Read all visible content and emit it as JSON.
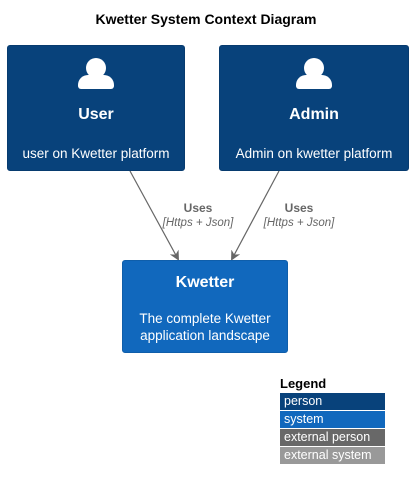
{
  "diagram": {
    "title": "Kwetter System Context Diagram",
    "persons": [
      {
        "name": "User",
        "description": "user on Kwetter platform",
        "icon": "person-icon"
      },
      {
        "name": "Admin",
        "description": "Admin on kwetter platform",
        "icon": "person-icon"
      }
    ],
    "system": {
      "name": "Kwetter",
      "description_line1": "The complete Kwetter",
      "description_line2": "application landscape"
    },
    "relations": [
      {
        "from": "User",
        "to": "Kwetter",
        "label": "Uses",
        "technology": "[Https + Json]"
      },
      {
        "from": "Admin",
        "to": "Kwetter",
        "label": "Uses",
        "technology": "[Https + Json]"
      }
    ]
  },
  "legend": {
    "title": "Legend",
    "items": [
      {
        "label": "person",
        "color": "#08427b"
      },
      {
        "label": "system",
        "color": "#1168bd"
      },
      {
        "label": "external person",
        "color": "#686868"
      },
      {
        "label": "external system",
        "color": "#999999"
      }
    ]
  },
  "colors": {
    "person": "#08427b",
    "system": "#1168bd",
    "arrow": "#666666"
  }
}
